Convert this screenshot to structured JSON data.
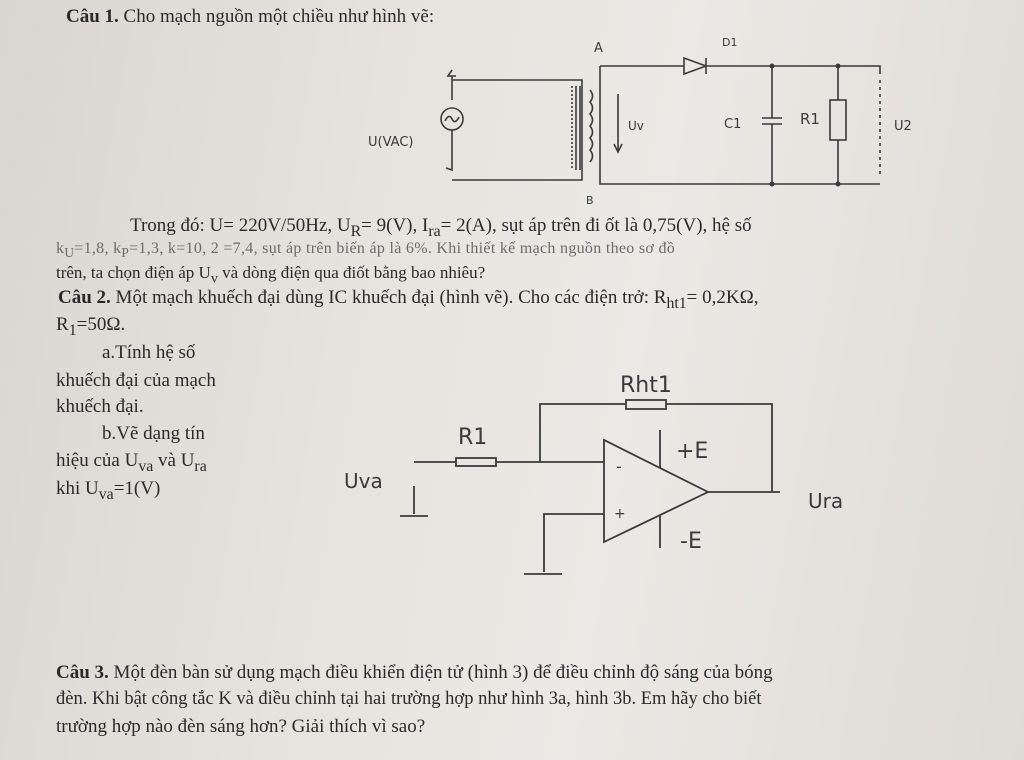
{
  "q1": {
    "label": "Câu 1.",
    "prompt": "Cho mạch nguồn một chiều như hình vẽ:",
    "line1": "Trong đó: U= 220V/50Hz, U",
    "line1_sub_r": "R",
    "line1_b": "= 9(V), I",
    "line1_sub_ra": "ra",
    "line1_c": "= 2(A), sụt áp trên đi ốt là 0,75(V), hệ số",
    "line2": "k",
    "line2_sub_u": "U",
    "line2_b": "=1,8, k",
    "line2_sub_p": "P",
    "line2_c": "=1,3, k=10, 2 =7,4, sụt áp trên biến áp là 6%. Khi thiết kế mạch nguồn theo sơ đồ",
    "line3": "trên, ta chọn điện áp U",
    "line3_sub": "v",
    "line3_b": " và dòng điện qua điốt bằng bao nhiêu?",
    "diagram": {
      "u_label": "U(VAC)",
      "point_a": "A",
      "diode": "D1",
      "uv": "Uv",
      "c1": "C1",
      "r1": "R1",
      "u2": "U2",
      "point_b": "B"
    }
  },
  "q2": {
    "label": "Câu 2.",
    "prompt": "Một mạch khuếch đại dùng IC khuếch đại (hình vẽ). Cho các điện trở: R",
    "prompt_sub": "ht1",
    "prompt_b": "= 0,2KΩ,",
    "r1_line": "R",
    "r1_sub": "1",
    "r1_b": "=50Ω.",
    "a_line1": "a.Tính hệ số",
    "a_line2": "khuếch đại của mạch",
    "a_line3": "khuếch đại.",
    "b_line1": "b.Vẽ dạng tín",
    "b_line2_a": "hiệu của U",
    "b_line2_sub1": "va",
    "b_line2_b": " và U",
    "b_line2_sub2": "ra",
    "b_line3_a": "khi U",
    "b_line3_sub": "va",
    "b_line3_b": "=1(V)",
    "diagram": {
      "rht1": "Rht1",
      "r1": "R1",
      "plus_e": "+E",
      "minus_e": "-E",
      "minus_in": "-",
      "plus_in": "+",
      "uvao": "Uva",
      "ura": "Ura"
    }
  },
  "q3": {
    "label": "Câu 3.",
    "line1": "Một đèn bàn sử dụng mạch điều khiển điện tử (hình 3) để điều chỉnh độ sáng của bóng",
    "line2": "đèn. Khi bật công tắc K và điều chỉnh tại hai trường hợp như hình 3a, hình 3b. Em hãy cho biết",
    "line3": "trường hợp nào đèn sáng hơn? Giải thích vì sao?"
  }
}
